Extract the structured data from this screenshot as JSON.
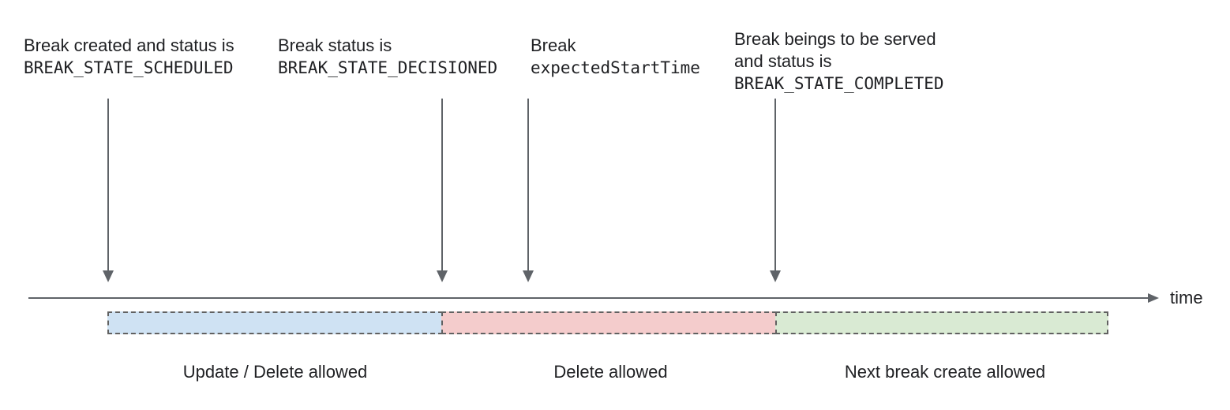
{
  "annotations": [
    {
      "line1": "Break created and status is",
      "code": "BREAK_STATE_SCHEDULED"
    },
    {
      "line1": "Break status is",
      "code": "BREAK_STATE_DECISIONED"
    },
    {
      "line1": "Break",
      "code": "expectedStartTime"
    },
    {
      "line1": "Break beings to be served",
      "line2": "and status is",
      "code": "BREAK_STATE_COMPLETED"
    }
  ],
  "timeline": {
    "axis_label": "time"
  },
  "segments": [
    {
      "label": "Update / Delete allowed",
      "fill": "#cfe2f3"
    },
    {
      "label": "Delete allowed",
      "fill": "#f4cccc"
    },
    {
      "label": "Next break create allowed",
      "fill": "#d9ead3"
    }
  ],
  "colors": {
    "text": "#202124",
    "arrow": "#5f6368",
    "segment_border": "#616161"
  }
}
